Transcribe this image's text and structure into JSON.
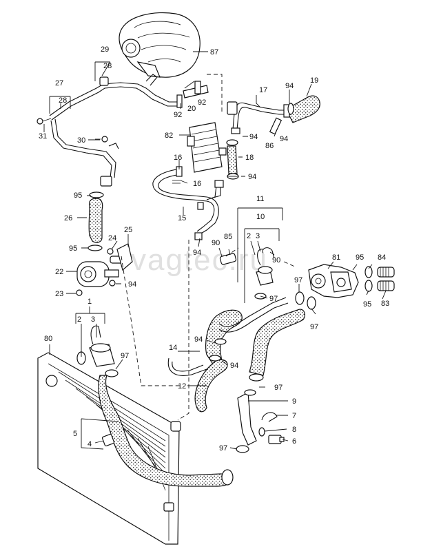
{
  "watermark": "vagtec.ru",
  "callouts": {
    "c87": "87",
    "c29": "29",
    "c28a": "28",
    "c27": "27",
    "c28b": "28",
    "c31": "31",
    "c30": "30",
    "c92a": "92",
    "c20": "20",
    "c92b": "92",
    "c17": "17",
    "c94a": "94",
    "c19": "19",
    "c82": "82",
    "c94b": "94",
    "c86": "86",
    "c94c": "94",
    "c18": "18",
    "c16a": "16",
    "c16b": "16",
    "c94d": "94",
    "c95a": "95",
    "c26": "26",
    "c15": "15",
    "c25": "25",
    "c24": "24",
    "c95b": "95",
    "c22": "22",
    "c94e": "94",
    "c23": "23",
    "c11": "11",
    "c10": "10",
    "c90a": "90",
    "c85": "85",
    "c2a": "2",
    "c3a": "3",
    "c90b": "90",
    "c94f": "94",
    "c81": "81",
    "c95c": "95",
    "c84": "84",
    "c97a": "97",
    "c97b": "97",
    "c95d": "95",
    "c83": "83",
    "c97c": "97",
    "c1": "1",
    "c2b": "2",
    "c3b": "3",
    "c80": "80",
    "c97d": "97",
    "c14": "14",
    "c94g": "94",
    "c94h": "94",
    "c12": "12",
    "c97e": "97",
    "c9": "9",
    "c7": "7",
    "c8": "8",
    "c6": "6",
    "c5": "5",
    "c4": "4",
    "c97f": "97"
  }
}
